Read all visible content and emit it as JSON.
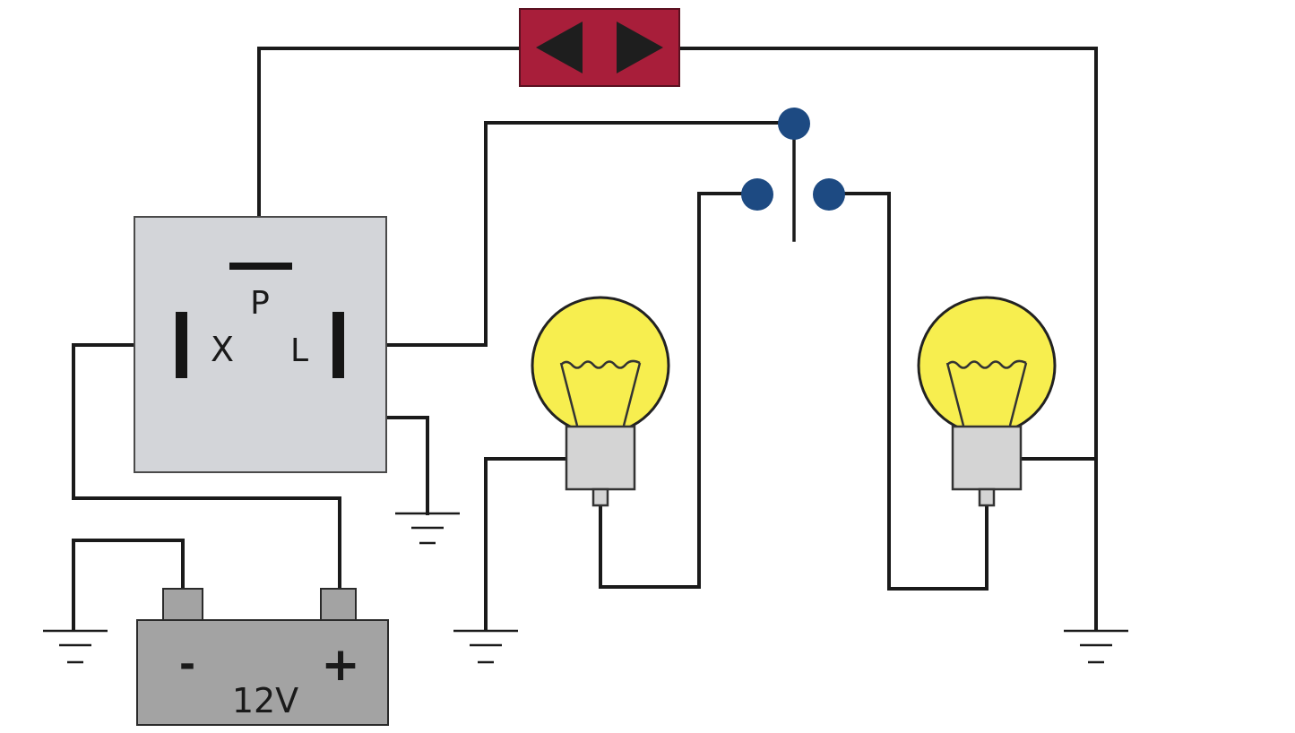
{
  "flasher": {
    "terminal_p": "P",
    "terminal_x": "X",
    "terminal_l": "L",
    "fill": "#d3d5d9"
  },
  "battery": {
    "negative": "-",
    "positive": "+",
    "voltage": "12V",
    "fill": "#a3a3a3"
  },
  "indicator": {
    "fill": "#a81e3a",
    "left_arrow": "◀",
    "right_arrow": "▶"
  },
  "switch": {
    "contact_color": "#1d4a82"
  },
  "lamps": [
    {
      "glass_color": "#f7ee4f"
    },
    {
      "glass_color": "#f7ee4f"
    }
  ]
}
